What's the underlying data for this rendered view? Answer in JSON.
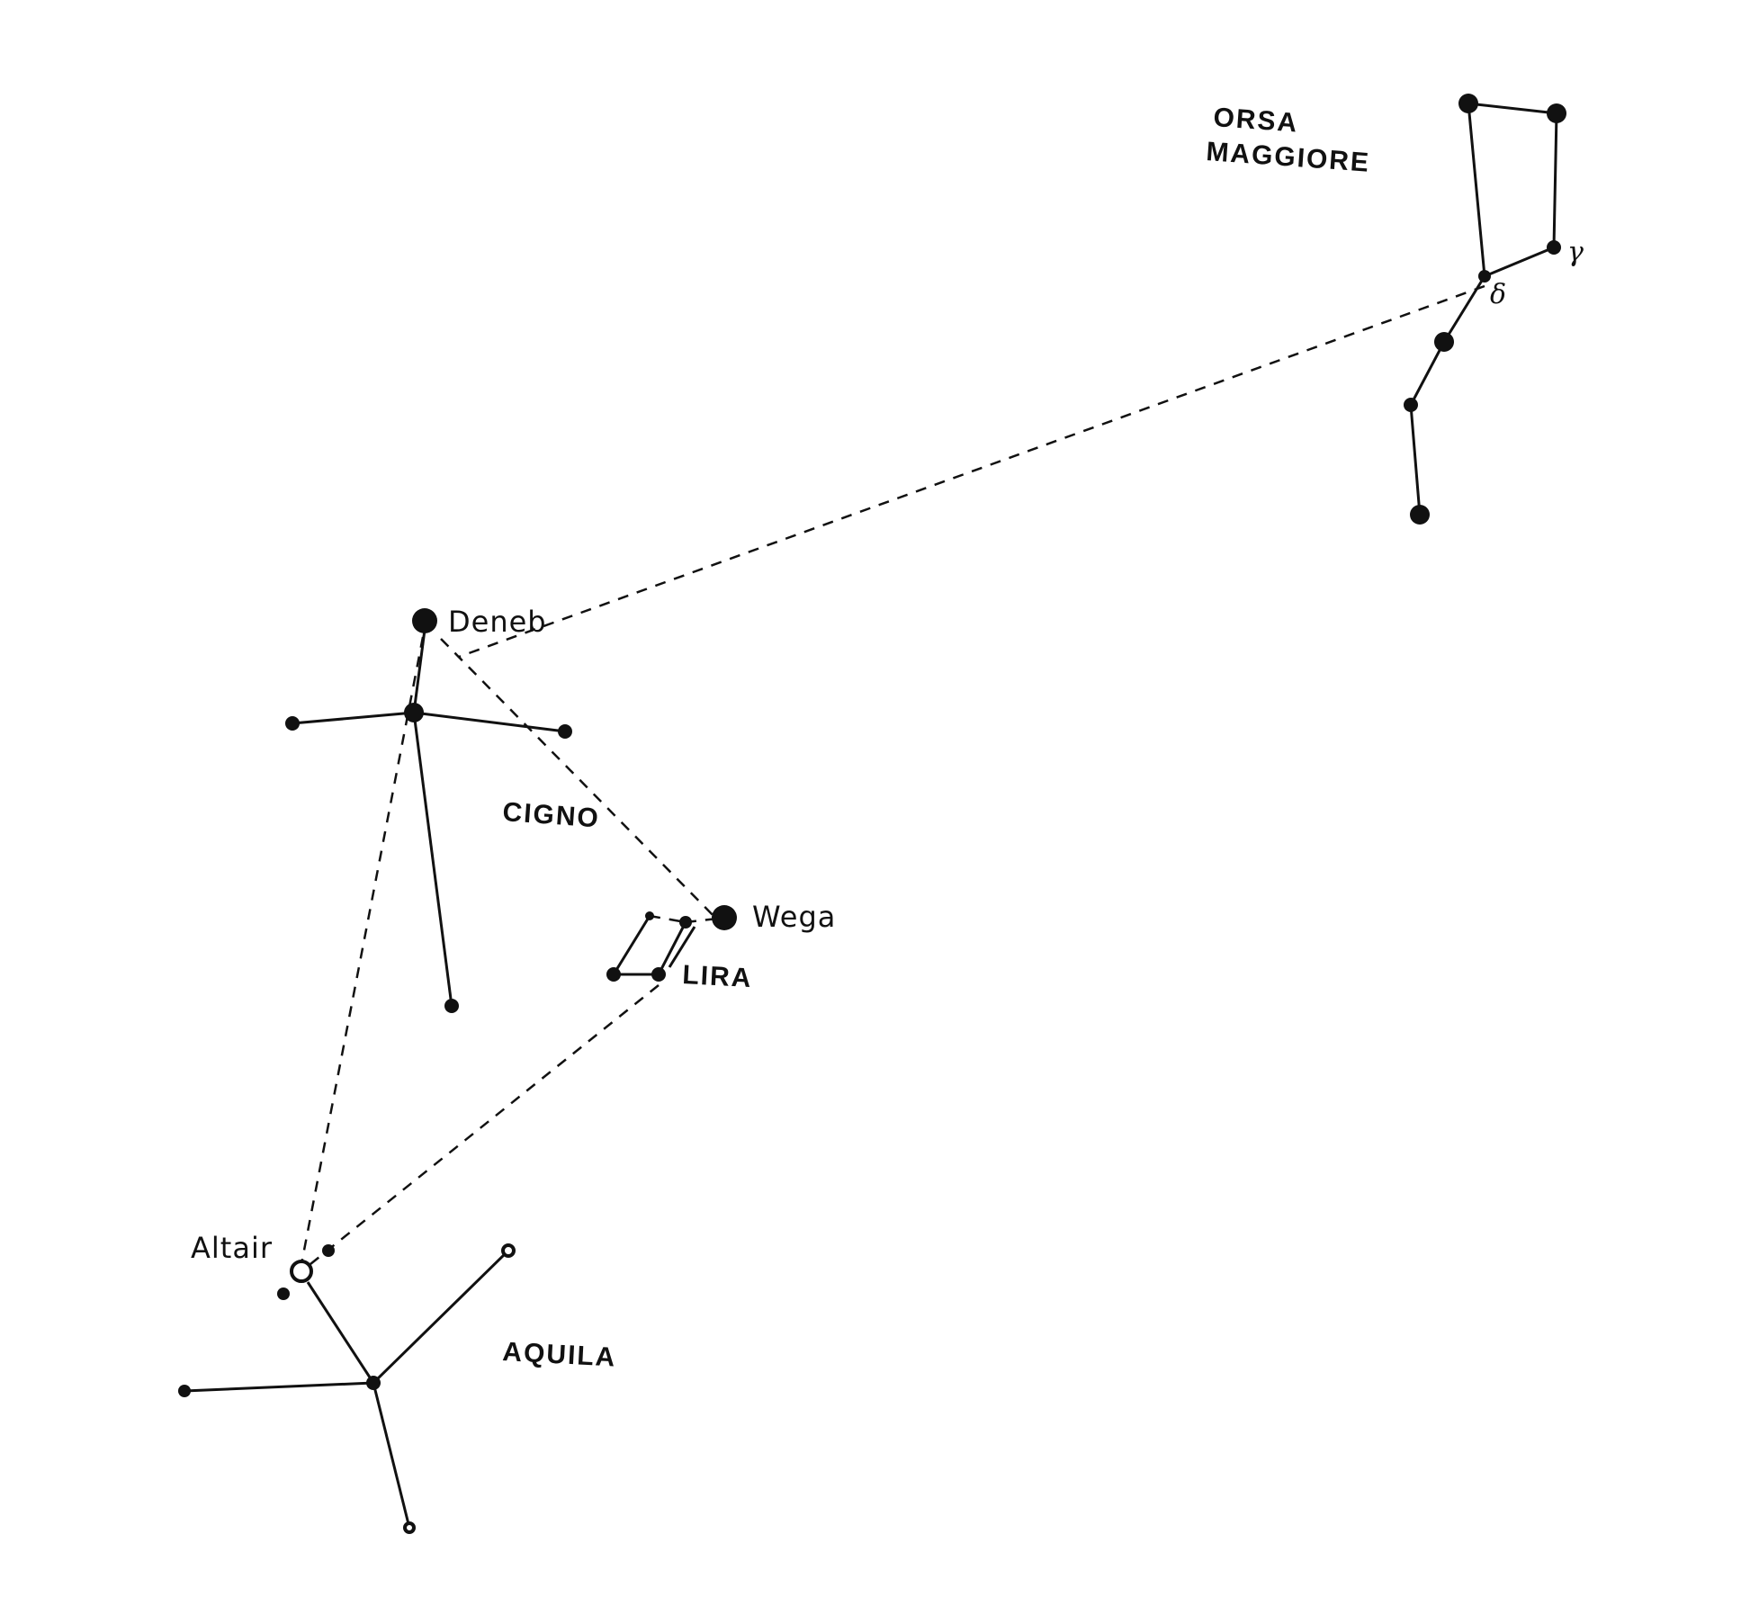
{
  "constellations": {
    "orsa_maggiore": {
      "line1": "ORSA",
      "line2": "MAGGIORE"
    },
    "cigno": "CIGNO",
    "lira": "LIRA",
    "aquila": "AQUILA"
  },
  "stars": {
    "deneb": "Deneb",
    "wega": "Wega",
    "altair": "Altair"
  },
  "greek": {
    "gamma": "γ",
    "delta": "δ"
  }
}
